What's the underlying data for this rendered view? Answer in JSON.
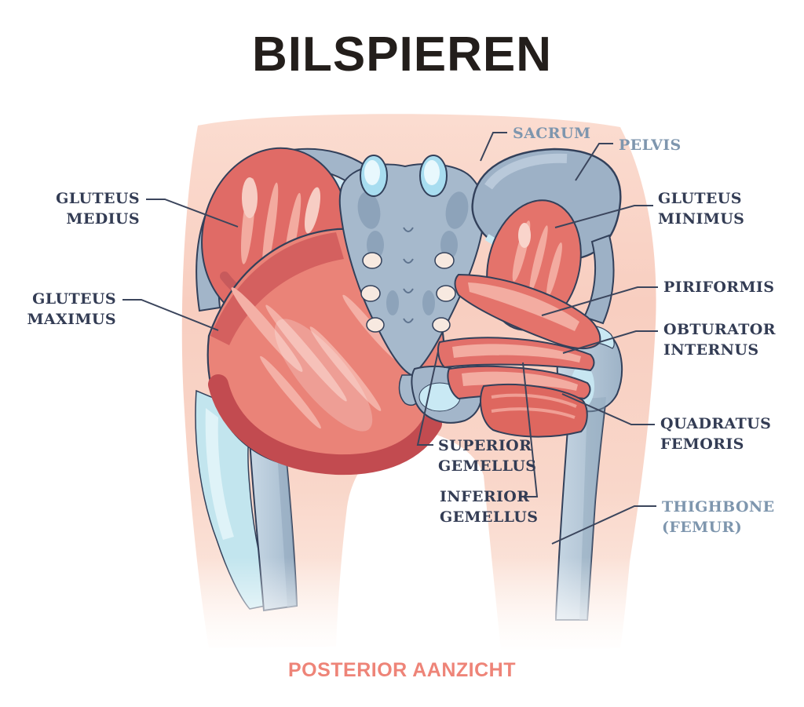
{
  "title": "BILSPIEREN",
  "view_caption": "POSTERIOR AANZICHT",
  "labels": [
    {
      "id": "gluteus-medius",
      "text": "GLUTEUS\nMEDIUS",
      "category": "muscle"
    },
    {
      "id": "gluteus-maximus",
      "text": "GLUTEUS\nMAXIMUS",
      "category": "muscle"
    },
    {
      "id": "sacrum",
      "text": "SACRUM",
      "category": "bone"
    },
    {
      "id": "pelvis",
      "text": "PELVIS",
      "category": "bone"
    },
    {
      "id": "gluteus-minimus",
      "text": "GLUTEUS\nMINIMUS",
      "category": "muscle"
    },
    {
      "id": "piriformis",
      "text": "PIRIFORMIS",
      "category": "muscle"
    },
    {
      "id": "obturator-internus",
      "text": "OBTURATOR\nINTERNUS",
      "category": "muscle"
    },
    {
      "id": "quadratus-femoris",
      "text": "QUADRATUS\nFEMORIS",
      "category": "muscle"
    },
    {
      "id": "superior-gemellus",
      "text": "SUPERIOR\nGEMELLUS",
      "category": "muscle"
    },
    {
      "id": "inferior-gemellus",
      "text": "INFERIOR\nGEMELLUS",
      "category": "muscle"
    },
    {
      "id": "thighbone",
      "text": "THIGHBONE\n(FEMUR)",
      "category": "bone"
    }
  ],
  "colors": {
    "title_text": "#231e1b",
    "muscle_label_text": "#333c54",
    "bone_label_text": "#7e96ae",
    "caption_accent": "#ee8478",
    "muscle_red": "#e4736b",
    "muscle_dark_red": "#c24b50",
    "muscle_light_streak": "#f4b0a6",
    "bone_blue_gray": "#a3b6ca",
    "cartilage_light_blue": "#c9e9f4",
    "outline_navy": "#32405a",
    "body_silhouette_pink": "#f8cec0",
    "leader_line": "#3b455c"
  }
}
